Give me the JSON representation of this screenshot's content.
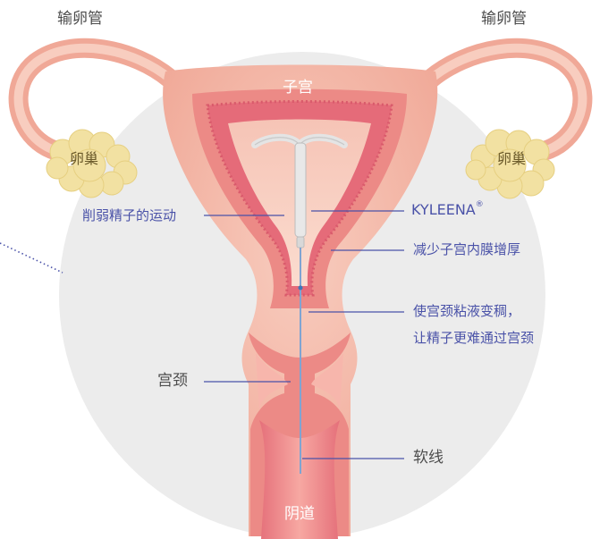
{
  "labels": {
    "fallopian_tube_left": "输卵管",
    "fallopian_tube_right": "输卵管",
    "uterus": "子宫",
    "ovary_left": "卵巢",
    "ovary_right": "卵巢",
    "cervix": "宫颈",
    "vagina": "阴道"
  },
  "callouts": {
    "sperm_motility": "削弱精子的运动",
    "product_name": "KYLEENA",
    "product_mark": "®",
    "thin_lining": "减少子宫内膜增厚",
    "mucus_line1": "使宫颈粘液变稠，",
    "mucus_line2": "让精子更难通过宫颈",
    "threads": "软线"
  },
  "colors": {
    "callout_line": "#4a52a8",
    "tissue_outer": "#f4b9ad",
    "tissue_inner": "#e8707c",
    "background_circle": "#ececec",
    "ovary": "#f2e1a2"
  }
}
